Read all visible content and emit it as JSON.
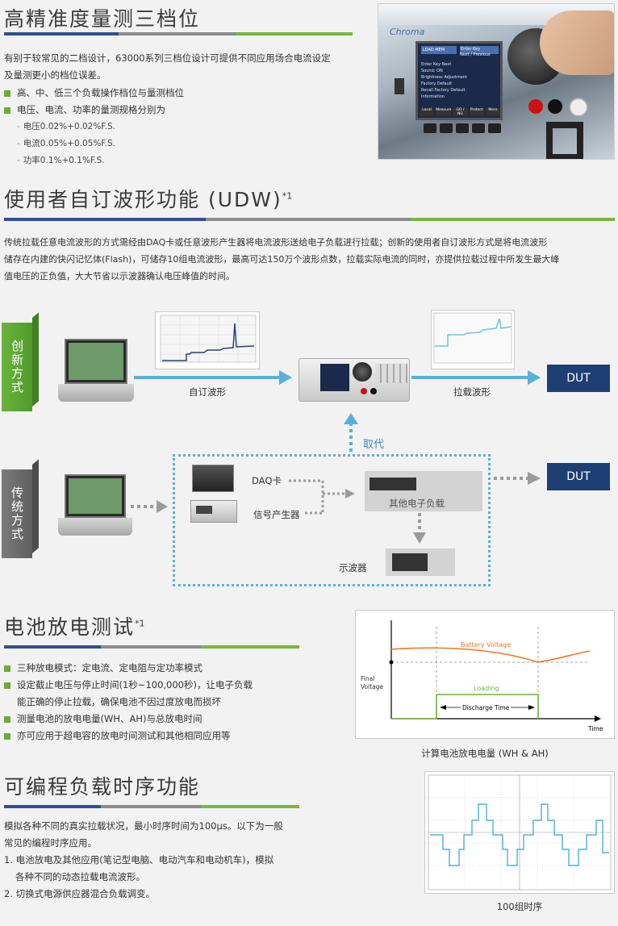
{
  "s1": {
    "title": "高精准度量测三档位",
    "para1": "有别于较常见的二档设计，63000系列三档位设计可提供不同应用场合电流设定",
    "para2": "及量测更小的档位误差。",
    "bullets": [
      "高、中、低三个负载操作档位与量测档位",
      "电压、电流、功率的量测规格分别为"
    ],
    "subs": [
      "电压0.02%+0.02%F.S.",
      "电流0.05%+0.05%F.S.",
      "功率0.1%+0.1%F.S."
    ],
    "photo_brand": "Chroma",
    "lcd_lines": [
      "LOAD MEM",
      "Enter Key",
      "Next / Previous",
      "Enter Key Next",
      "Sound: ON",
      "Brightness Adjustment",
      "Factory Default",
      "Recall Factory Default",
      "Information"
    ],
    "lcd_buttons": [
      "Local",
      "Measure",
      "GO / NG",
      "Protect",
      "More"
    ]
  },
  "s2": {
    "title": "使用者自订波形功能 (UDW)",
    "sup": "*1",
    "para": [
      "传统拉载任意电流波形的方式需经由DAQ卡或任意波形产生器将电流波形送给电子负载进行拉载；创新的使用者自订波形方式是将电流波形",
      "储存在内建的快闪记忆体(Flash)，可储存10组电流波形，最高可达150万个波形点数，拉载实际电流的同时，亦提供拉载过程中所发生最大峰",
      "值电压的正负值，大大节省以示波器确认电压峰值的时间。"
    ],
    "tag_new": "创新方式",
    "tag_old": "传统方式",
    "lbl_custom": "自订波形",
    "lbl_load_wave": "拉载波形",
    "lbl_replace": "取代",
    "dut1": "DUT",
    "dut2": "DUT",
    "lbl_daq": "DAQ卡",
    "lbl_sig": "信号产生器",
    "lbl_other": "其他电子负载",
    "lbl_scope": "示波器"
  },
  "s3": {
    "title": "电池放电测试",
    "sup": "*1",
    "bullets": [
      "三种放电模式：定电流、定电阻与定功率模式",
      "设定截止电压与停止时间(1秒~100,000秒)，让电子负载",
      "测量电池的放电电量(WH、AH)与总放电时间",
      "亦可应用于超电容的放电时间测试和其他相同应用等"
    ],
    "bullet2_cont": "能正确的停止拉载，确保电池不因过度放电而损坏",
    "chart": {
      "battery": "Battery Voltage",
      "final1": "Final",
      "final2": "Voltage",
      "loading": "Loading",
      "discharge": "Discharge Time",
      "time": "Time"
    },
    "caption": "计算电池放电电量 (WH & AH)",
    "colors": {
      "battery": "#e87a2c",
      "loading": "#6cb63c"
    }
  },
  "s4": {
    "title": "可编程负载时序功能",
    "para": [
      "模拟各种不同的真实拉载状况，最小时序时间为100μs。以下为一般",
      "常见的编程时序应用。"
    ],
    "list": [
      "1. 电池放电及其他应用(笔记型电脑、电动汽车和电动机车)，模拟",
      "各种不同的动态拉载电流波形。",
      "2. 切换式电源供应器混合负载调变。"
    ],
    "caption": "100组时序"
  }
}
